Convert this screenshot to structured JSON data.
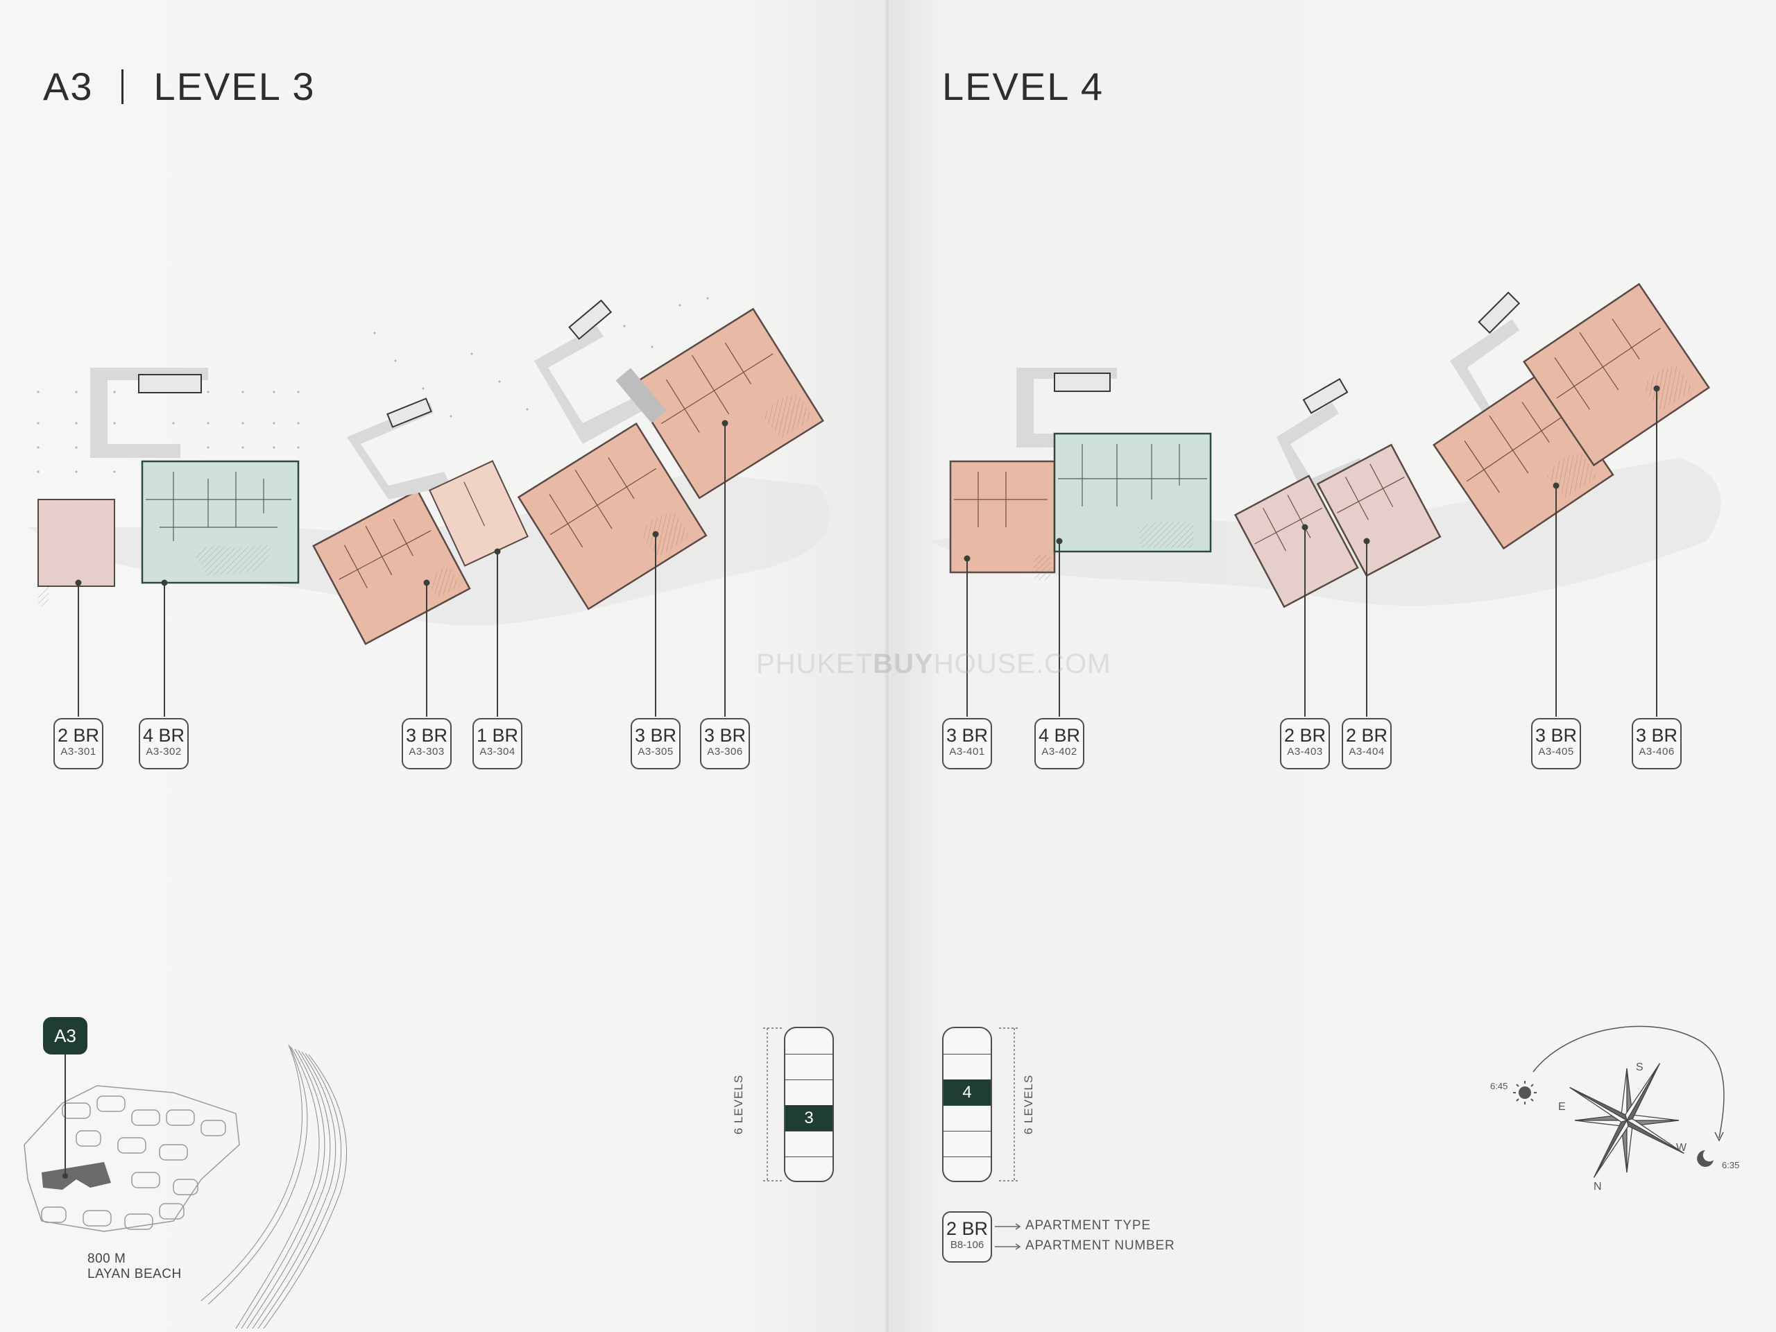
{
  "left_page": {
    "building": "A3",
    "level_title": "LEVEL 3",
    "units": [
      {
        "type": "2 BR",
        "number": "A3-301"
      },
      {
        "type": "4 BR",
        "number": "A3-302"
      },
      {
        "type": "3 BR",
        "number": "A3-303"
      },
      {
        "type": "1 BR",
        "number": "A3-304"
      },
      {
        "type": "3 BR",
        "number": "A3-305"
      },
      {
        "type": "3 BR",
        "number": "A3-306"
      }
    ],
    "site_badge": "A3",
    "beach_label_line1": "800 M",
    "beach_label_line2": "LAYAN BEACH",
    "levels_text": "6 LEVELS",
    "current_level": "3"
  },
  "right_page": {
    "level_title": "LEVEL 4",
    "units": [
      {
        "type": "3 BR",
        "number": "A3-401"
      },
      {
        "type": "4 BR",
        "number": "A3-402"
      },
      {
        "type": "2 BR",
        "number": "A3-403"
      },
      {
        "type": "2 BR",
        "number": "A3-404"
      },
      {
        "type": "3 BR",
        "number": "A3-405"
      },
      {
        "type": "3 BR",
        "number": "A3-406"
      }
    ],
    "levels_text": "6 LEVELS",
    "current_level": "4",
    "legend": {
      "type": "2 BR",
      "number": "B8-106",
      "type_desc": "APARTMENT TYPE",
      "number_desc": "APARTMENT NUMBER"
    },
    "compass": {
      "sunrise_time": "6:45",
      "sunset_time": "6:35",
      "north": "N",
      "south": "S",
      "east": "E",
      "west": "W"
    }
  },
  "watermark": {
    "part1": "PHUKET",
    "part2": "BUY",
    "part3": "HOUSE.COM"
  },
  "colors": {
    "dark_green": "#1f3d32",
    "unit_salmon": "#e8b9a5",
    "unit_pink": "#e6cfcb",
    "unit_mint": "#cfe1da",
    "corridor_grey": "#d8d8d8"
  }
}
